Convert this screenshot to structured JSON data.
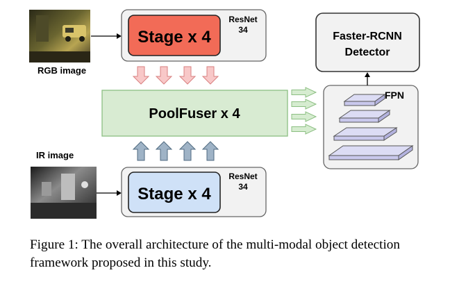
{
  "diagram": {
    "rgb_label": "RGB image",
    "ir_label": "IR image",
    "rgb_stage": "Stage x 4",
    "ir_stage": "Stage x 4",
    "rgb_backbone": [
      "ResNet",
      "34"
    ],
    "ir_backbone": [
      "ResNet",
      "34"
    ],
    "fuser": "PoolFuser x 4",
    "fpn": "FPN",
    "detector": [
      "Faster-RCNN",
      "Detector"
    ]
  },
  "caption": "Figure 1: The overall architecture of the multi-modal object detection framework proposed in this study.",
  "colors": {
    "rgb_stage_fill": "#f26b57",
    "ir_stage_fill": "#cfe1f7",
    "fuser_fill": "#d8ebd2",
    "fuser_stroke": "#8cbf82",
    "panel_fill": "#f2f2f2",
    "pink_arrow": "#f8c8c8",
    "blue_arrow": "#9fb3c6",
    "green_arrow": "#d6ecd0",
    "fpn_layer": "#c9c8ec"
  },
  "icons": [
    "rgb-photo",
    "ir-photo",
    "arrow-right-icon",
    "arrow-down-icon",
    "arrow-up-icon"
  ]
}
